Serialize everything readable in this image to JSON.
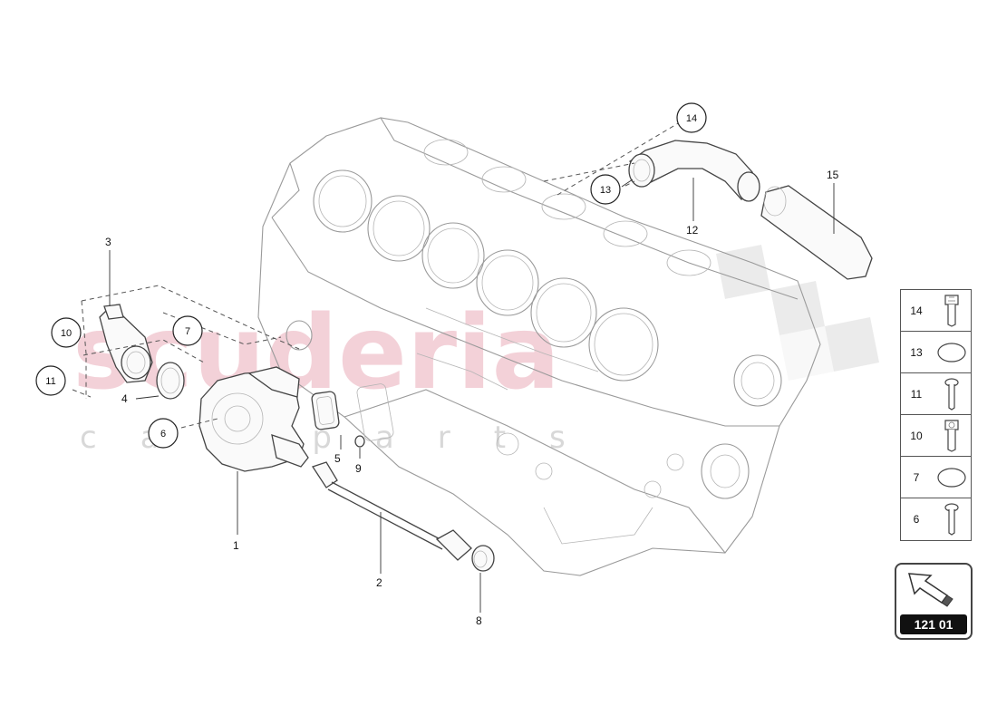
{
  "diagram": {
    "watermark_brand": "scuderia",
    "watermark_sub": "car parts",
    "labels": {
      "p1": "1",
      "p2": "2",
      "p3": "3",
      "p4": "4",
      "p5": "5",
      "p8": "8",
      "p9": "9",
      "p12": "12",
      "p15": "15"
    },
    "callouts": {
      "c6": "6",
      "c7": "7",
      "c10": "10",
      "c11": "11",
      "c13": "13",
      "c14": "14"
    }
  },
  "legend": {
    "items": [
      {
        "number": "14",
        "icon": "bolt-with-hex-head-icon"
      },
      {
        "number": "13",
        "icon": "o-ring-icon"
      },
      {
        "number": "11",
        "icon": "torx-bolt-icon"
      },
      {
        "number": "10",
        "icon": "bolt-with-hex-head-icon"
      },
      {
        "number": "7",
        "icon": "o-ring-icon"
      },
      {
        "number": "6",
        "icon": "torx-bolt-icon"
      }
    ]
  },
  "navigation": {
    "page_code": "121 01",
    "icon": "arrow-up-left-icon"
  }
}
